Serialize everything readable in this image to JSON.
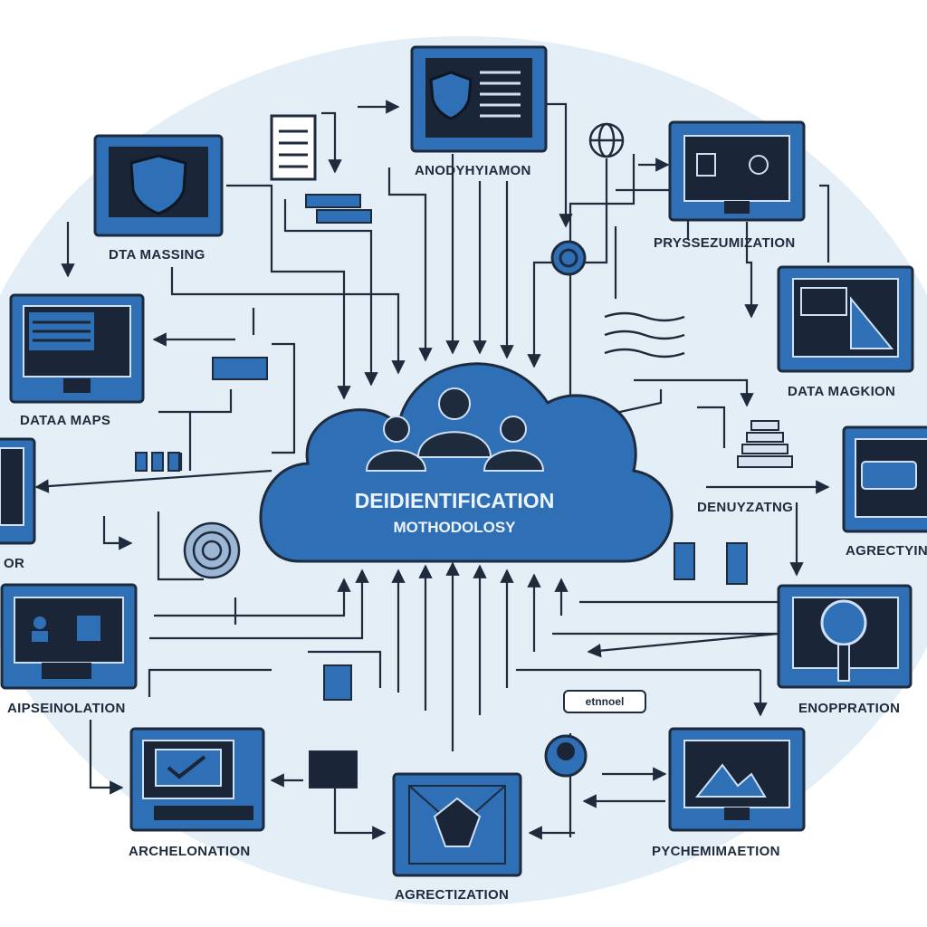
{
  "diagram": {
    "center": {
      "title": "DEIDIENTIFICATION",
      "subtitle": "MOTHODOLOSY"
    },
    "labels": {
      "anonymization": "ANODYHYIAMON",
      "data_masking_top": "DTA MASSING",
      "pseudonymization": "PRYSSEZUMIZATION",
      "data_masking_right": "DATA MAGKION",
      "data_maps": "DATAA MAPS",
      "left_edge": "OR",
      "denuyzating": "DENUYZATNG",
      "agrectying": "AGRECTYIN",
      "aipseinolation": "AIPSEINOLATION",
      "encryption": "ENOPPRATION",
      "archelonation": "ARCHELONATION",
      "pychemimaetion": "PYCHEMIMAETION",
      "agrectization": "AGRECTIZATION",
      "bubble": "etnnoel"
    },
    "colors": {
      "blue": "#2f6fb6",
      "blue_dark": "#1e4f8f",
      "navy": "#1d2b3d",
      "screen": "#1a2637",
      "background_ellipse": "#e4eef6"
    }
  }
}
